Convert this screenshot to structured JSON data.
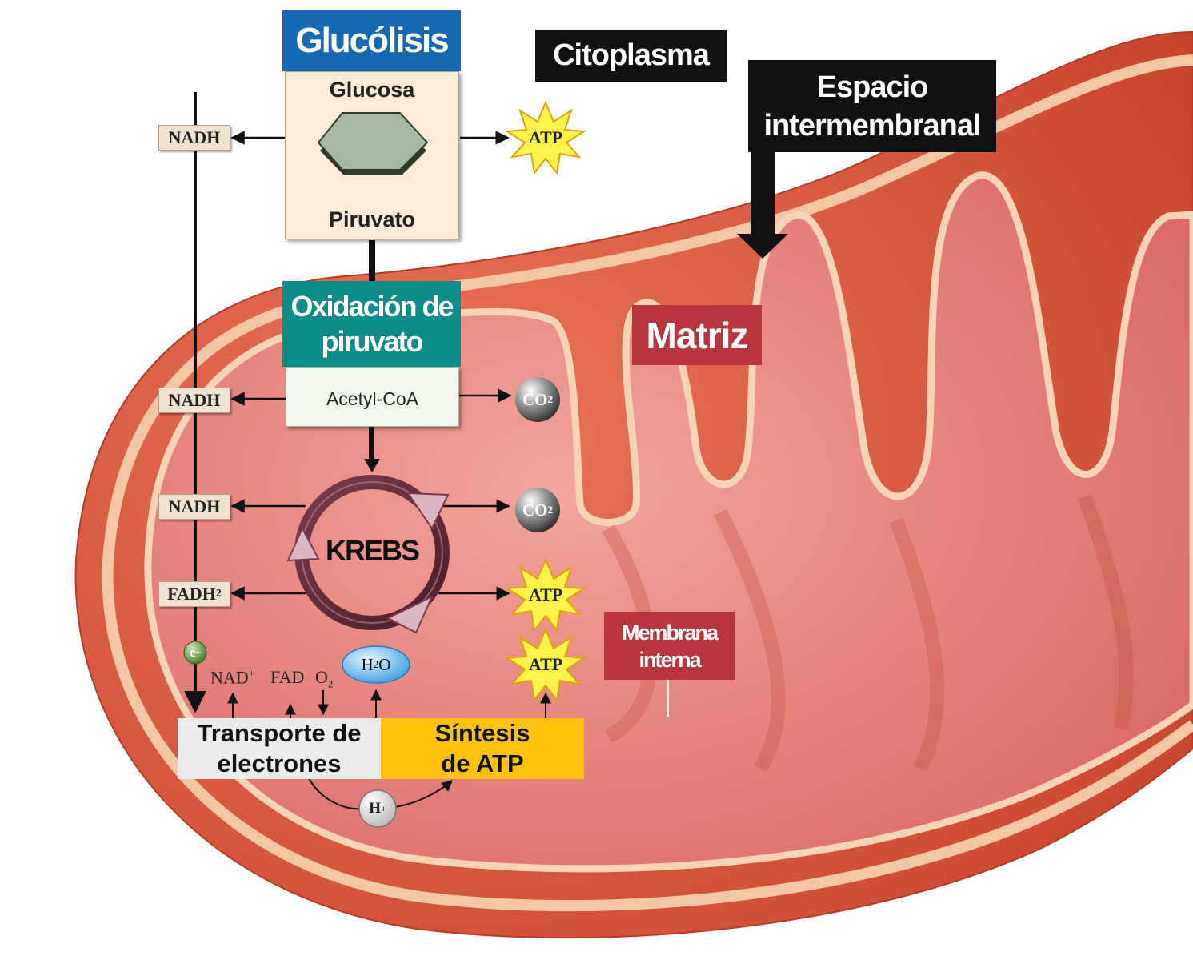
{
  "labels": {
    "glycolysis": "Glucólisis",
    "glucose": "Glucosa",
    "pyruvate": "Piruvato",
    "cytoplasm": "Citoplasma",
    "intermembrane_space": "Espacio intermembranal",
    "pyruvate_oxidation": "Oxidación de piruvato",
    "acetyl_coa": "Acetyl-CoA",
    "matrix": "Matriz",
    "krebs": "KREBS",
    "inner_membrane": "Membrana interna",
    "electron_transport": "Transporte de electrones",
    "atp_synthesis": "Síntesis de ATP"
  },
  "molecules": {
    "nadh": "NADH",
    "fadh2_base": "FADH",
    "fadh2_sub": "2",
    "atp": "ATP",
    "co2_base": "CO",
    "co2_sub": "2",
    "electron_base": "e",
    "electron_sup": "−",
    "nad_base": "NAD",
    "nad_sup": "+",
    "fad": "FAD",
    "o2_base": "O",
    "o2_sub": "2",
    "h2o_h": "H",
    "h2o_sub": "2",
    "h2o_o": "O",
    "proton_base": "H",
    "proton_sup": "+"
  },
  "colors": {
    "glycolysis_header": "#1569b3",
    "oxidation_header": "#0e8c8c",
    "mito_outer": "#d8533a",
    "matrix_fill": "#e27a70",
    "label_red": "#b8363b",
    "atp_synthesis_bg": "#ffc20e",
    "atp_star": "#fff24a"
  },
  "icons": [
    "glucose-hexagon-icon",
    "atp-starburst-icon",
    "co2-sphere-icon",
    "krebs-cycle-icon",
    "proton-sphere-icon",
    "electron-sphere-icon",
    "water-droplet-icon"
  ]
}
